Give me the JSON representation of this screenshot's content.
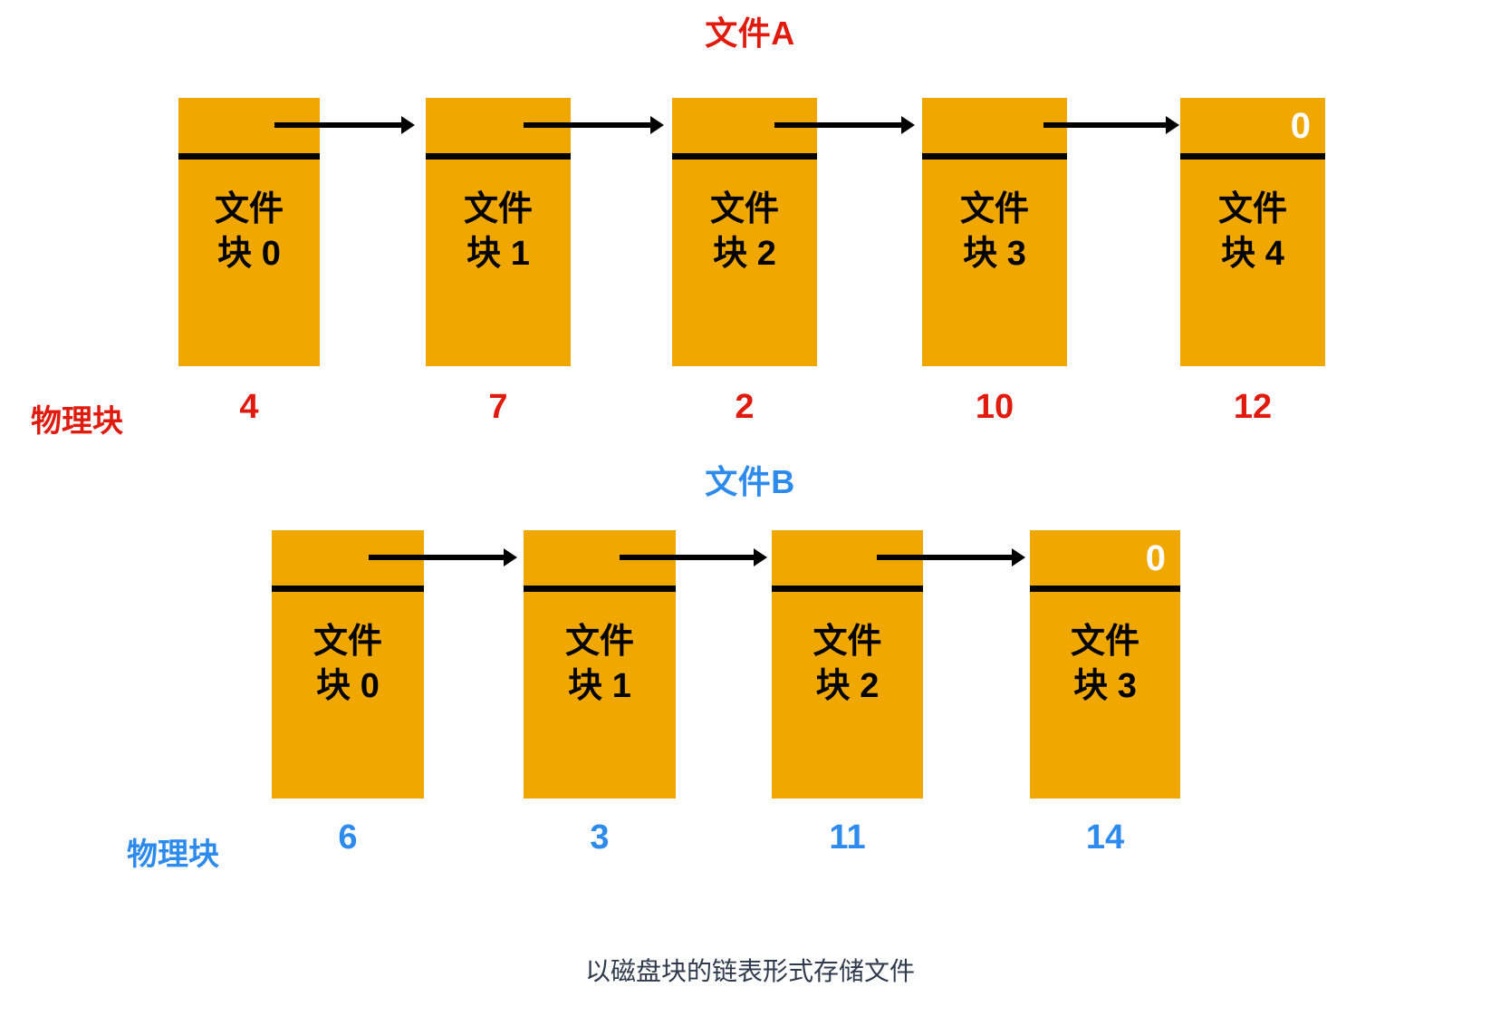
{
  "figure": {
    "caption": "以磁盘块的链表形式存储文件",
    "background_color": "#FFFFFF",
    "block_color": "#F0A800",
    "divider_color": "#000000",
    "arrow_color": "#000000",
    "caption_color": "#2F3B4C"
  },
  "files": [
    {
      "id": "file-a",
      "title": "文件A",
      "accent_color": "#E01B0E",
      "physical_label": "物理块",
      "blocks": [
        {
          "label_line1": "文件",
          "label_line2": "块 0",
          "pointer": "",
          "physical": "4"
        },
        {
          "label_line1": "文件",
          "label_line2": "块 1",
          "pointer": "",
          "physical": "7"
        },
        {
          "label_line1": "文件",
          "label_line2": "块 2",
          "pointer": "",
          "physical": "2"
        },
        {
          "label_line1": "文件",
          "label_line2": "块 3",
          "pointer": "",
          "physical": "10"
        },
        {
          "label_line1": "文件",
          "label_line2": "块 4",
          "pointer": "0",
          "physical": "12"
        }
      ]
    },
    {
      "id": "file-b",
      "title": "文件B",
      "accent_color": "#2E8BEE",
      "physical_label": "物理块",
      "blocks": [
        {
          "label_line1": "文件",
          "label_line2": "块 0",
          "pointer": "",
          "physical": "6"
        },
        {
          "label_line1": "文件",
          "label_line2": "块 1",
          "pointer": "",
          "physical": "3"
        },
        {
          "label_line1": "文件",
          "label_line2": "块 2",
          "pointer": "",
          "physical": "11"
        },
        {
          "label_line1": "文件",
          "label_line2": "块 3",
          "pointer": "0",
          "physical": "14"
        }
      ]
    }
  ]
}
